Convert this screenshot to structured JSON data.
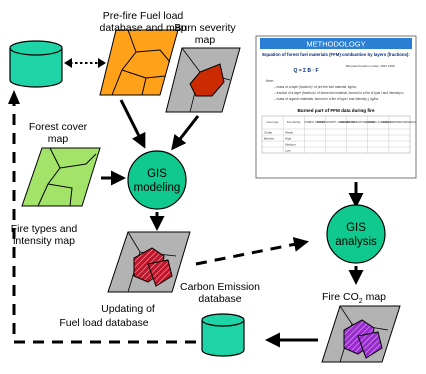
{
  "labels": {
    "prefire_line1": "Pre-fire Fuel load",
    "prefire_line2": "database and map",
    "burn_line1": "Burn severity",
    "burn_line2": "map",
    "forest_line1": "Forest cover",
    "forest_line2": "map",
    "firetypes_line1": "Fire types and",
    "firetypes_line2": "intensity map",
    "carbon_line1": "Carbon Emission",
    "carbon_line2": "database",
    "updating_line1": "Updating of",
    "updating_line2": "Fuel load database",
    "fireco2_prefix": "Fire CO",
    "fireco2_sub": "2",
    "fireco2_suffix": " map"
  },
  "nodes": {
    "gis_modeling_line1": "GIS",
    "gis_modeling_line2": "modeling",
    "gis_analysis_line1": "GIS",
    "gis_analysis_line2": "analysis"
  },
  "methodology": {
    "title": "METHODOLOGY",
    "equation_heading": "Equation of forest fuel materials (FFM) combustion by layers (fractions):",
    "equation": "Q = Σ B · F",
    "model_note": "Biomass Kovats's model, 1997-1999",
    "where_label": "Here:",
    "where_lines": [
      "– mass of a layer (fraction) i of pre-fire fuel material, kg/ha;",
      "– fraction of a layer (fraction) i of forest fuel material, burned in a fire of type l and intensity n;",
      "– mass of organic materials, burned in a fire of type l and intensity j, kg/ha."
    ],
    "table_title": "Burned part of FFM data during fire",
    "table_headers": [
      "Forest type",
      "Fire intensity",
      "FOREST CANOPY",
      "UNDERGROWTH / UNDERBRUSH",
      "GROUND VEGETATION COVER",
      "GROUND LAYER (BRA)",
      "DEAD DROPPED MATERIALS"
    ],
    "table_rows": [
      [
        "Cedar",
        "Weak",
        "",
        "",
        "",
        "",
        ""
      ],
      [
        "Birches",
        "High",
        "",
        "",
        "",
        "",
        ""
      ],
      [
        "",
        "Medium",
        "",
        "",
        "",
        "",
        ""
      ],
      [
        "",
        "Low",
        "",
        "",
        "",
        "",
        ""
      ]
    ]
  },
  "colors": {
    "database_fill": "#1ed4a6",
    "prefire_map": "#ffa21a",
    "forest_map": "#a4e36a",
    "gis_node": "#10c98f",
    "map_gray": "#b3b3b3",
    "burn_patch": "#cc2a00",
    "fire_patch": "#c0152a",
    "co2_patch": "#9a2bd0",
    "methodology_header": "#2a7fd4"
  }
}
